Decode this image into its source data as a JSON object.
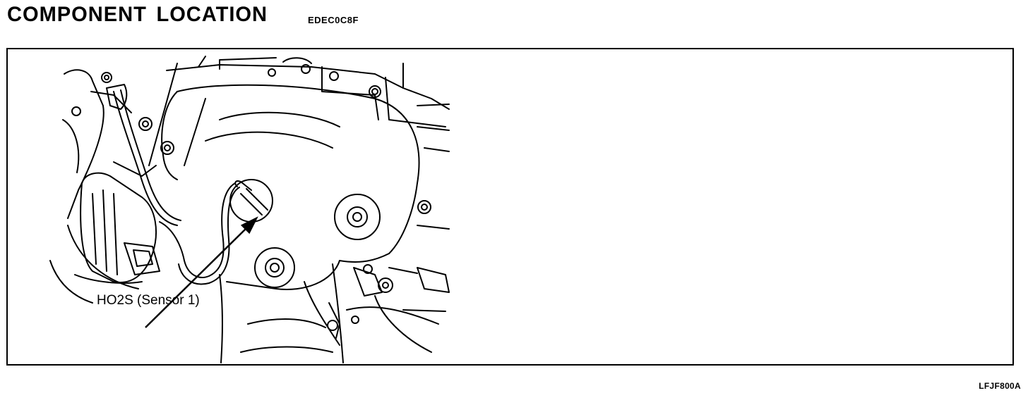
{
  "header": {
    "title_word1": "COMPONENT",
    "title_word2": "LOCATION",
    "section_code": "EDEC0C8F"
  },
  "figure": {
    "callout_label": "HO2S (Sensor 1)",
    "figure_code": "LFJF800A"
  }
}
